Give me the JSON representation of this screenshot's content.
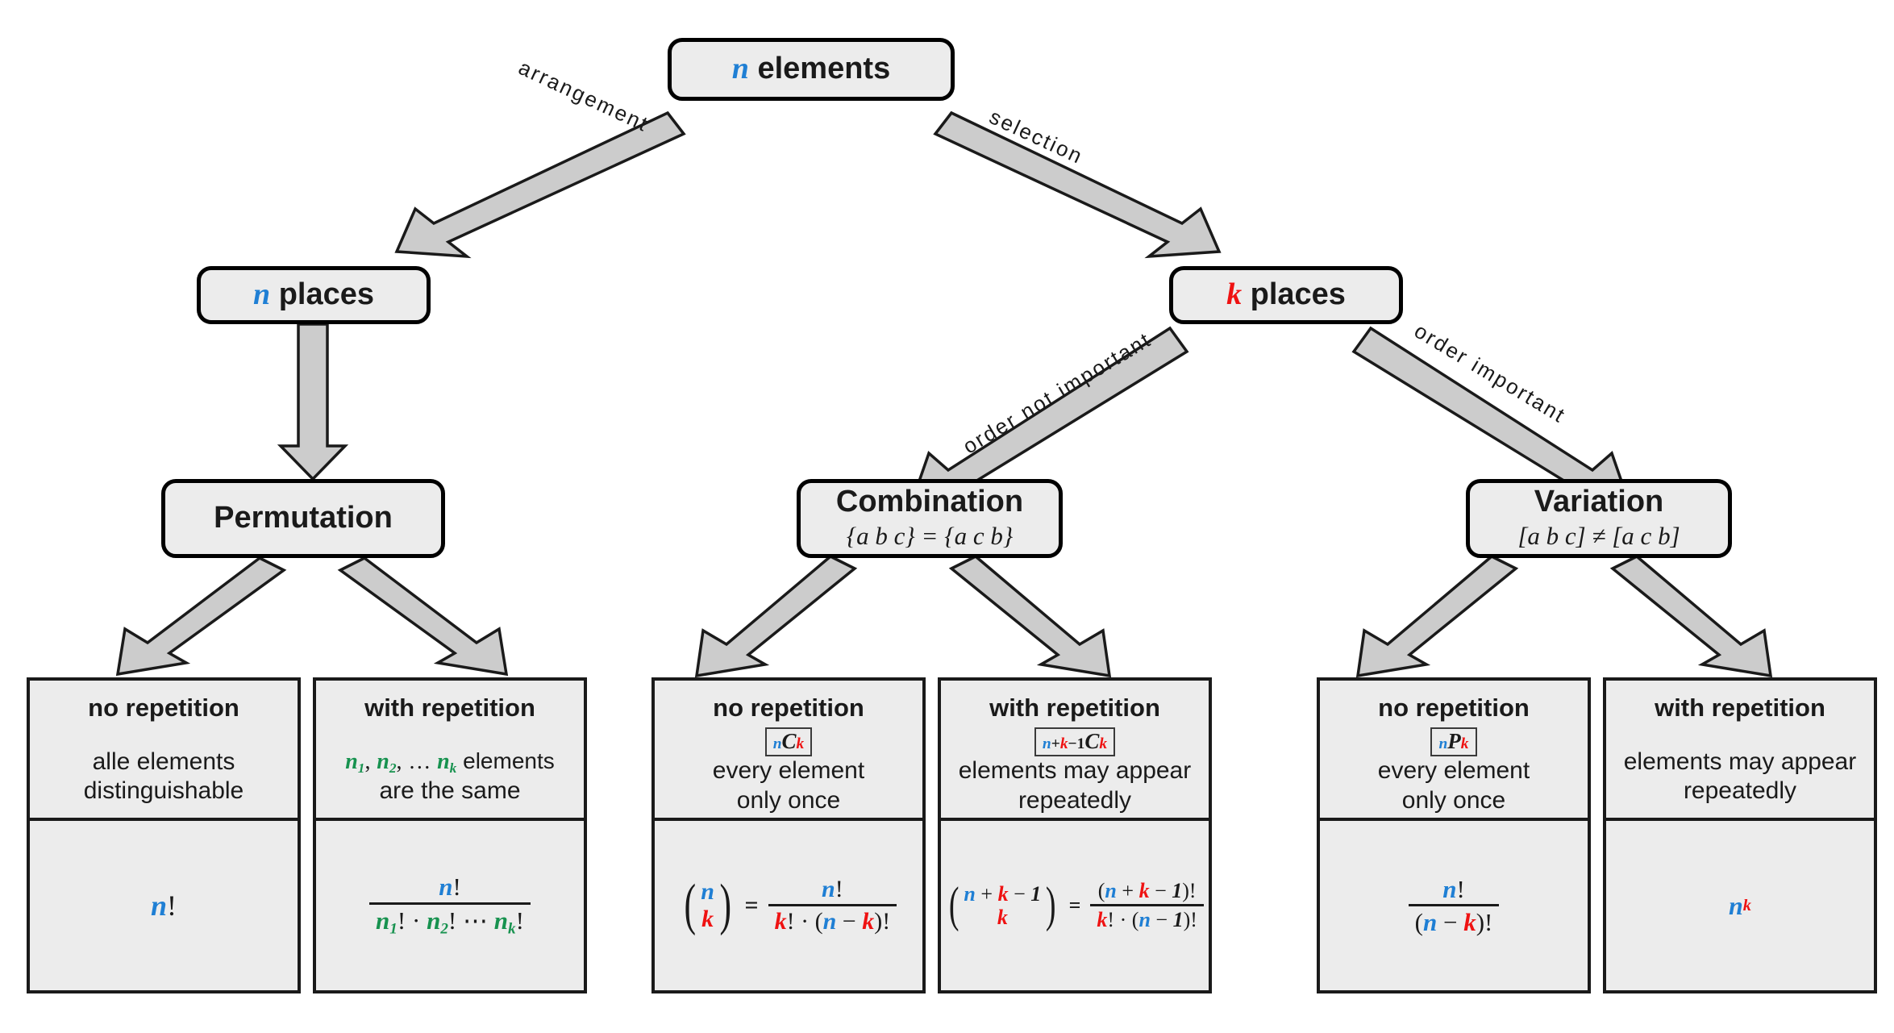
{
  "diagram": {
    "title": "Combinatorics decision tree",
    "colors": {
      "n_color": "#1f7fd4",
      "k_color": "#ef1212",
      "group_color": "#17924f",
      "node_fill": "#ececec",
      "node_border": "#000000",
      "arrow_fill": "#cccccc",
      "arrow_stroke": "#1a1a1a",
      "background": "#ffffff"
    },
    "nodes": {
      "root": {
        "symbol": "n",
        "label": "elements"
      },
      "n_places": {
        "symbol": "n",
        "label": "places"
      },
      "k_places": {
        "symbol": "k",
        "label": "places"
      },
      "permutation": {
        "title": "Permutation",
        "subtitle": ""
      },
      "combination": {
        "title": "Combination",
        "subtitle": "{a b c} = {a c b}"
      },
      "variation": {
        "title": "Variation",
        "subtitle": "[a b c] ≠ [a c b]"
      }
    },
    "edges": {
      "arrangement": "arrangement",
      "selection": "selection",
      "order_not_important": "order not important",
      "order_important": "order important"
    },
    "leaves": [
      {
        "key": "perm-no-rep",
        "head": "no repetition",
        "notation": "",
        "desc_line1": "alle elements",
        "desc_line2": "distinguishable",
        "formula": "n!"
      },
      {
        "key": "perm-with-rep",
        "head": "with repetition",
        "notation": "",
        "desc_line1": "n₁, n₂, … nₖ elements",
        "desc_line2": "are the same",
        "formula": "n! / (n₁! · n₂! ⋯ nₖ!)"
      },
      {
        "key": "comb-no-rep",
        "head": "no repetition",
        "notation": "nCk",
        "desc_line1": "every element",
        "desc_line2": "only once",
        "formula": "(n over k) = n! / (k! · (n − k)!)"
      },
      {
        "key": "comb-with-rep",
        "head": "with repetition",
        "notation": "n+k−1Ck",
        "desc_line1": "elements may appear",
        "desc_line2": "repeatedly",
        "formula": "(n+k−1 over k) = (n + k − 1)! / (k! · (n − 1)!)"
      },
      {
        "key": "var-no-rep",
        "head": "no repetition",
        "notation": "nPk",
        "desc_line1": "every element",
        "desc_line2": "only once",
        "formula": "n! / (n − k)!"
      },
      {
        "key": "var-with-rep",
        "head": "with repetition",
        "notation": "",
        "desc_line1": "elements may appear",
        "desc_line2": "repeatedly",
        "formula": "n^k"
      }
    ],
    "symbols": {
      "n": "n",
      "k": "k",
      "one": "1",
      "C": "C",
      "P": "P",
      "bang": "!",
      "plus": "+",
      "minus": "−",
      "equals": "=",
      "cdot": "·",
      "ellipsis": "⋯",
      "comma": ",",
      "dots": "…",
      "lparen": "(",
      "rparen": ")",
      "sub1": "1",
      "sub2": "2"
    }
  }
}
